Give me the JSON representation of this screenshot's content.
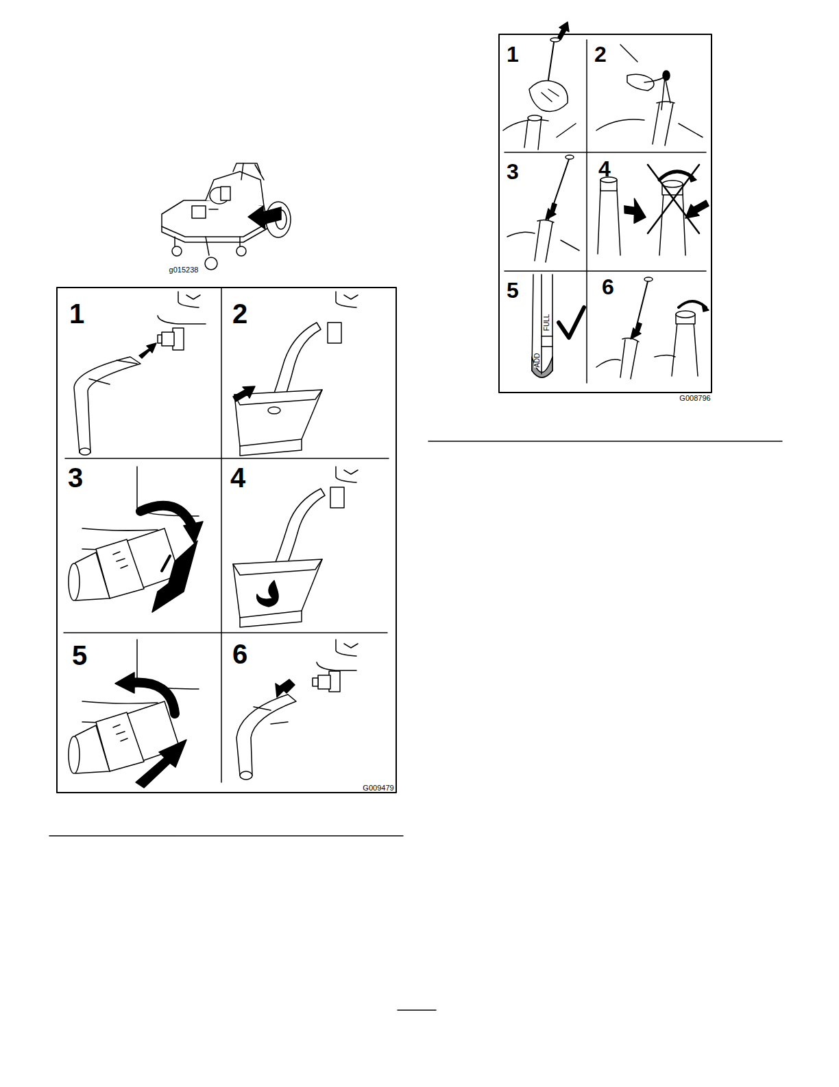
{
  "diagram": {
    "labels": [
      "g015238",
      "1",
      "2",
      "3",
      "4",
      "5",
      "6",
      "G009479",
      "1",
      "2",
      "3",
      "4",
      "5",
      "6",
      "ADD",
      "FULL",
      "G008796"
    ]
  }
}
